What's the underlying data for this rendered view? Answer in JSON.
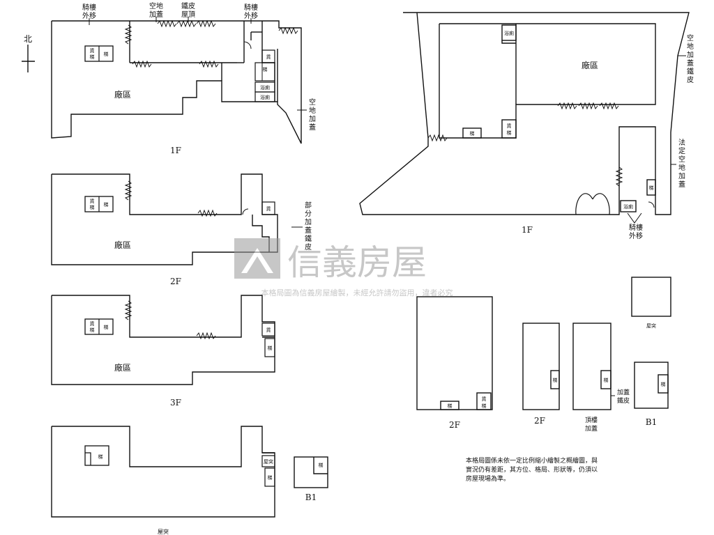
{
  "labels": {
    "factory": "廠區",
    "cargo_elev_a": "貨",
    "cargo_elev_b": "梯",
    "stair": "梯",
    "bath": "浴廁",
    "roof_protrusion": "屋突",
    "arcade_relocate": "騎樓外移",
    "yard_cover": "空地加蓋",
    "iron_roof": "鐵皮屋頂",
    "yard_cover_iron": "空地加蓋鐵皮",
    "partial_cover_iron": "部分加蓋鐵皮",
    "legal_yard_cover": "法定空地加蓋",
    "rooftop_cover": "頂樓加蓋",
    "cover_iron": "加蓋鐵皮",
    "north": "北"
  },
  "floors": {
    "f1": "1F",
    "f2": "2F",
    "f3": "3F",
    "b1": "B1"
  },
  "watermark": {
    "brand": "信義房屋",
    "notice": "本格局圖為信義房屋繪製，未經允許請勿盜用，違者必究"
  },
  "disclaimer": [
    "本格局圖係未依一定比例縮小繪製之概繪圖，與",
    "實況仍有差距，其方位、格局、形狀等，仍須以",
    "房屋現場為準。"
  ]
}
